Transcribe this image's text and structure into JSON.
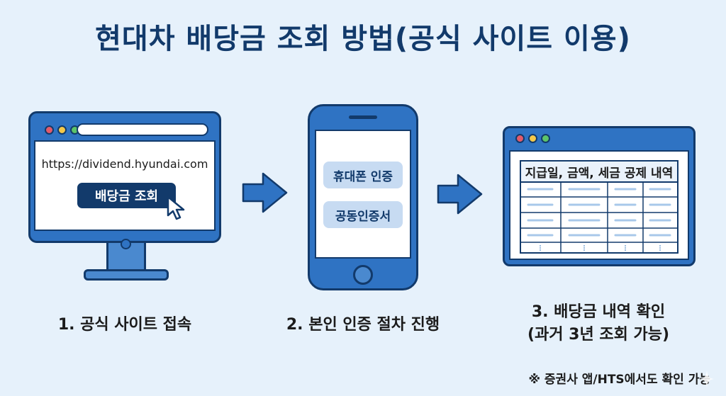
{
  "title": "현대차 배당금 조회 방법(공식 사이트 이용)",
  "step1": {
    "url": "https://dividend.hyundai.com",
    "button": "배당금 조회",
    "caption": "1. 공식 사이트 접속"
  },
  "step2": {
    "chip1": "휴대폰 인증",
    "chip2": "공동인증서",
    "caption": "2. 본인 인증 절차 진행"
  },
  "step3": {
    "table_header": "지급일, 금액, 세금 공제 내역",
    "caption_line1": "3. 배당금 내역 확인",
    "caption_line2": "(과거 3년 조회 가능)"
  },
  "footnote": "※ 증권사 앱/HTS에서도 확인 가능",
  "colors": {
    "navy": "#123a6b",
    "blue": "#2f73c3",
    "background": "#e6f1fb",
    "chip": "#c7dbf2"
  }
}
